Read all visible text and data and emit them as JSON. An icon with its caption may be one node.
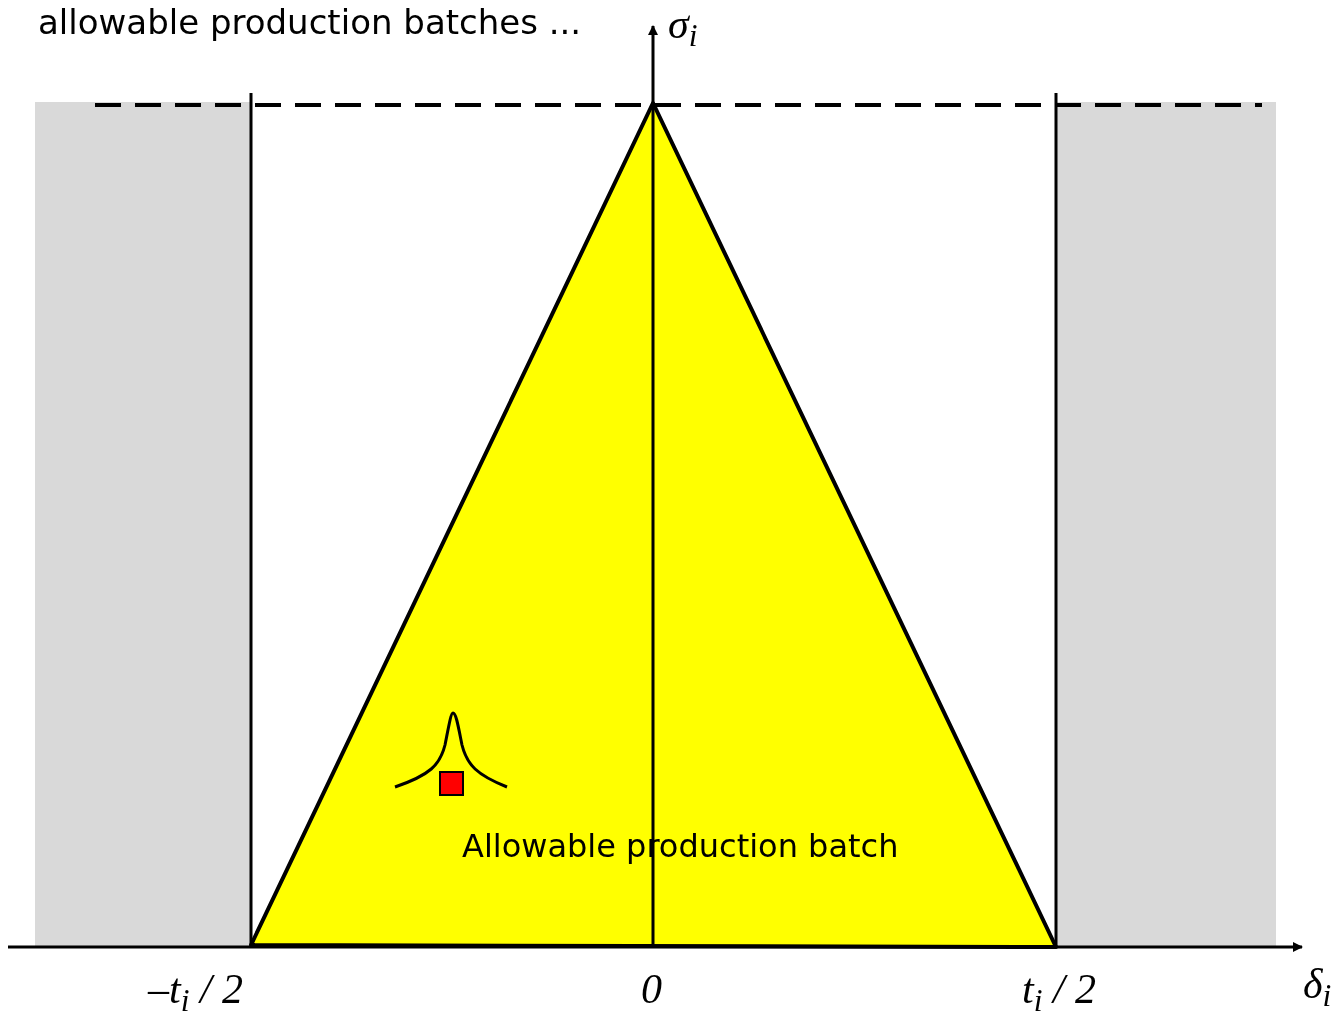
{
  "diagram": {
    "title": "allowable production batches ...",
    "labels": [
      "σ$_{i}$",
      "Allowable production batch",
      "–t$_{i}$ / 2",
      "0",
      "t$_{i}$ / 2",
      "δ$_{i}$"
    ]
  }
}
